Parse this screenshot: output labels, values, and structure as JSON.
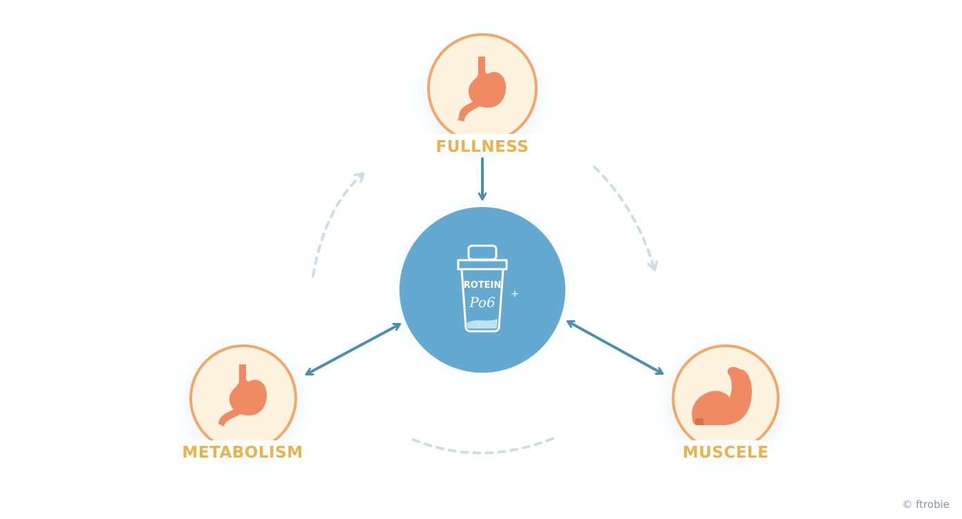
{
  "nodes": {
    "fullness": {
      "label": "FULLNESS",
      "icon": "stomach-icon"
    },
    "metabolism": {
      "label": "METABOLISM",
      "icon": "stomach-icon"
    },
    "muscle": {
      "label": "MUSCELE",
      "icon": "flexed-bicep-icon"
    },
    "center": {
      "icon": "protein-shaker-icon",
      "shaker_line1": "ROTEIN",
      "shaker_line2": "Po6",
      "sparkle": "+"
    }
  },
  "watermark": "© ftrobie",
  "colors": {
    "center_fill": "#64a9cf",
    "node_fill": "#fdf3df",
    "node_ring": "#f0a86a",
    "organ": "#f08a64",
    "label": "#e8b24c",
    "arrow": "#4b8fae",
    "dashed_cycle": "#c9dfe6"
  }
}
